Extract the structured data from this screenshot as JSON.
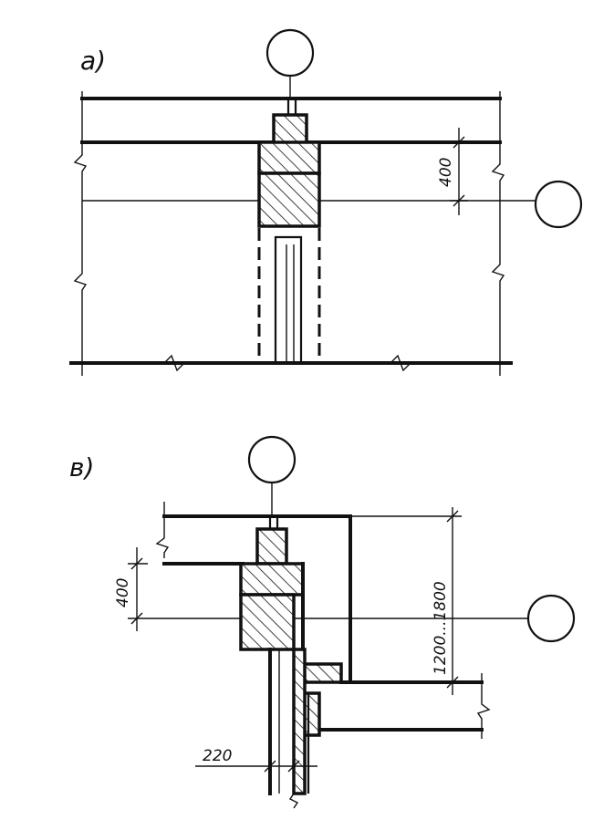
{
  "figure_a": {
    "label": "a)",
    "dimension_400": "400"
  },
  "figure_v": {
    "label": "в)",
    "dimension_400": "400",
    "dimension_range": "1200...1800",
    "dimension_220": "220"
  }
}
